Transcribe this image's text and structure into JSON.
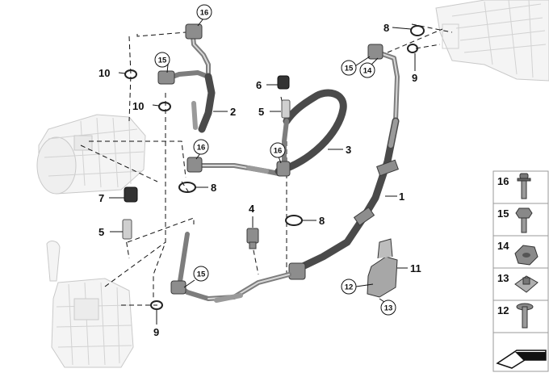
{
  "callouts": {
    "c1": "1",
    "c2": "2",
    "c3": "3",
    "c4": "4",
    "c5a": "5",
    "c5b": "5",
    "c6": "6",
    "c7": "7",
    "c8a": "8",
    "c8b": "8",
    "c8c": "8",
    "c9a": "9",
    "c9b": "9",
    "c10a": "10",
    "c10b": "10",
    "c11": "11",
    "c12": "12",
    "c13": "13",
    "c14": "14",
    "c15a": "15",
    "c15b": "15",
    "c15c": "15",
    "c16a": "16",
    "c16b": "16",
    "c16c": "16"
  },
  "legend": {
    "items": [
      {
        "number": "16",
        "icon": "bolt-flange-icon"
      },
      {
        "number": "15",
        "icon": "hex-bolt-icon"
      },
      {
        "number": "14",
        "icon": "hex-nut-icon"
      },
      {
        "number": "13",
        "icon": "clip-nut-icon"
      },
      {
        "number": "12",
        "icon": "screw-washer-icon"
      }
    ],
    "footer_icon": "arrow-icon"
  },
  "colors": {
    "line": "#111111",
    "hose": "#4a4a4a",
    "ghost": "#c9c9c9"
  }
}
